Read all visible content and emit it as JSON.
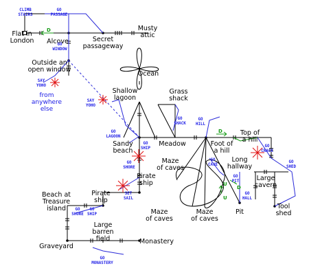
{
  "places": {
    "flat": [
      "Flat in",
      "London"
    ],
    "alcove": [
      "Alcove"
    ],
    "secret": [
      "Secret",
      "passageway"
    ],
    "attic": [
      "Musty",
      "attic"
    ],
    "outside": [
      "Outside an",
      "open window"
    ],
    "ocean": [
      "Ocean"
    ],
    "lagoon": [
      "Shallow",
      "lagoon"
    ],
    "grass": [
      "Grass",
      "shack"
    ],
    "sandy": [
      "Sandy",
      "beach"
    ],
    "meadow": [
      "Meadow"
    ],
    "foot": [
      "Foot of",
      "a hill"
    ],
    "top": [
      "Top of",
      "a hill"
    ],
    "maze1": [
      "Maze",
      "of caves"
    ],
    "maze2": [
      "Maze",
      "of caves"
    ],
    "maze3": [
      "Maze",
      "of caves"
    ],
    "pirateship": [
      "Pirate",
      "ship"
    ],
    "pirateship2": [
      "Pirate",
      "ship"
    ],
    "long": [
      "Long",
      "hallway"
    ],
    "cavern": [
      "Large",
      "cavern"
    ],
    "tool": [
      "Tool",
      "shed"
    ],
    "pit": [
      "Pit"
    ],
    "treasure": [
      "Beach at",
      "Treasure",
      "island"
    ],
    "barren": [
      "Large",
      "barren",
      "field"
    ],
    "graveyard": [
      "Graveyard"
    ],
    "monastery": [
      "Monastery"
    ]
  },
  "commands": {
    "climb_stairs": [
      "CLIMB",
      "STAIRS"
    ],
    "go_passage": [
      "GO",
      "PASSAGE"
    ],
    "go_window": [
      "GO",
      "WINDOW"
    ],
    "say_yoho_1": [
      "SAY",
      "YOHO"
    ],
    "say_yoho_2": [
      "SAY",
      "YOHO"
    ],
    "go_lagoon": [
      "GO",
      "LAGOON"
    ],
    "go_ship": [
      "GO",
      "SHIP"
    ],
    "go_shack": [
      "GO",
      "SHACK"
    ],
    "go_hill": [
      "GO",
      "HILL"
    ],
    "go_crack": [
      "GO",
      "CRACK"
    ],
    "go_shed": [
      "GO",
      "SHED"
    ],
    "go_cave": [
      "GO",
      "CAVE"
    ],
    "go_pit": [
      "GO",
      "PIT"
    ],
    "go_hall": [
      "GO",
      "HALL"
    ],
    "go_shore": [
      "GO",
      "SHORE"
    ],
    "set_sail": [
      "SET",
      "SAIL"
    ],
    "go_shore2": [
      "GO",
      "SHORE"
    ],
    "go_ship2": [
      "GO",
      "SHIP"
    ],
    "go_monastery": [
      "GO",
      "MONASTERY"
    ]
  },
  "notes": {
    "from_anywhere": [
      "from",
      "anywhere",
      "else"
    ]
  },
  "direction_marks": {
    "d_alcove": "D",
    "d_hill": "D",
    "u_pit": "U",
    "u_maze": "U",
    "d_maze": "D"
  }
}
